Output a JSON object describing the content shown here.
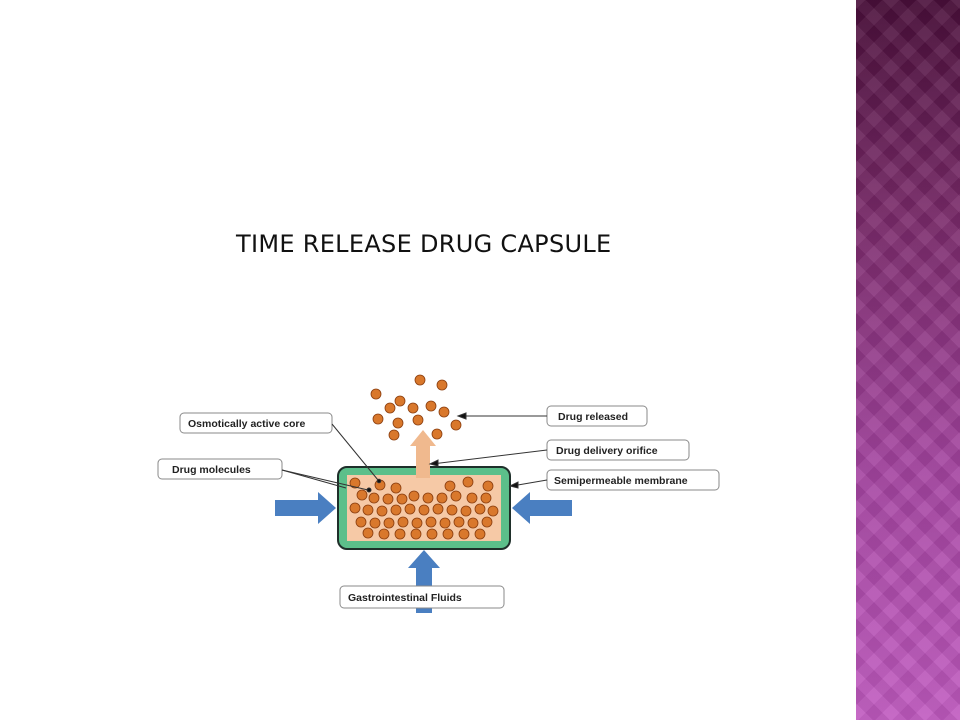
{
  "slide": {
    "title": "TIME RELEASE DRUG CAPSULE"
  },
  "diagram": {
    "labels": {
      "osmotic_core": "Osmotically active core",
      "drug_molecules": "Drug molecules",
      "drug_released": "Drug released",
      "delivery_orifice": "Drug delivery orifice",
      "membrane": "Semipermeable membrane",
      "gi_fluids": "Gastrointestinal Fluids"
    },
    "colors": {
      "membrane": "#5cbf8a",
      "core": "#f6c9a6",
      "particle": "#d9782c",
      "fluid_arrow": "#4a7fc1",
      "release_arrow": "#f0b98e",
      "side_band": "#a444a0"
    }
  }
}
